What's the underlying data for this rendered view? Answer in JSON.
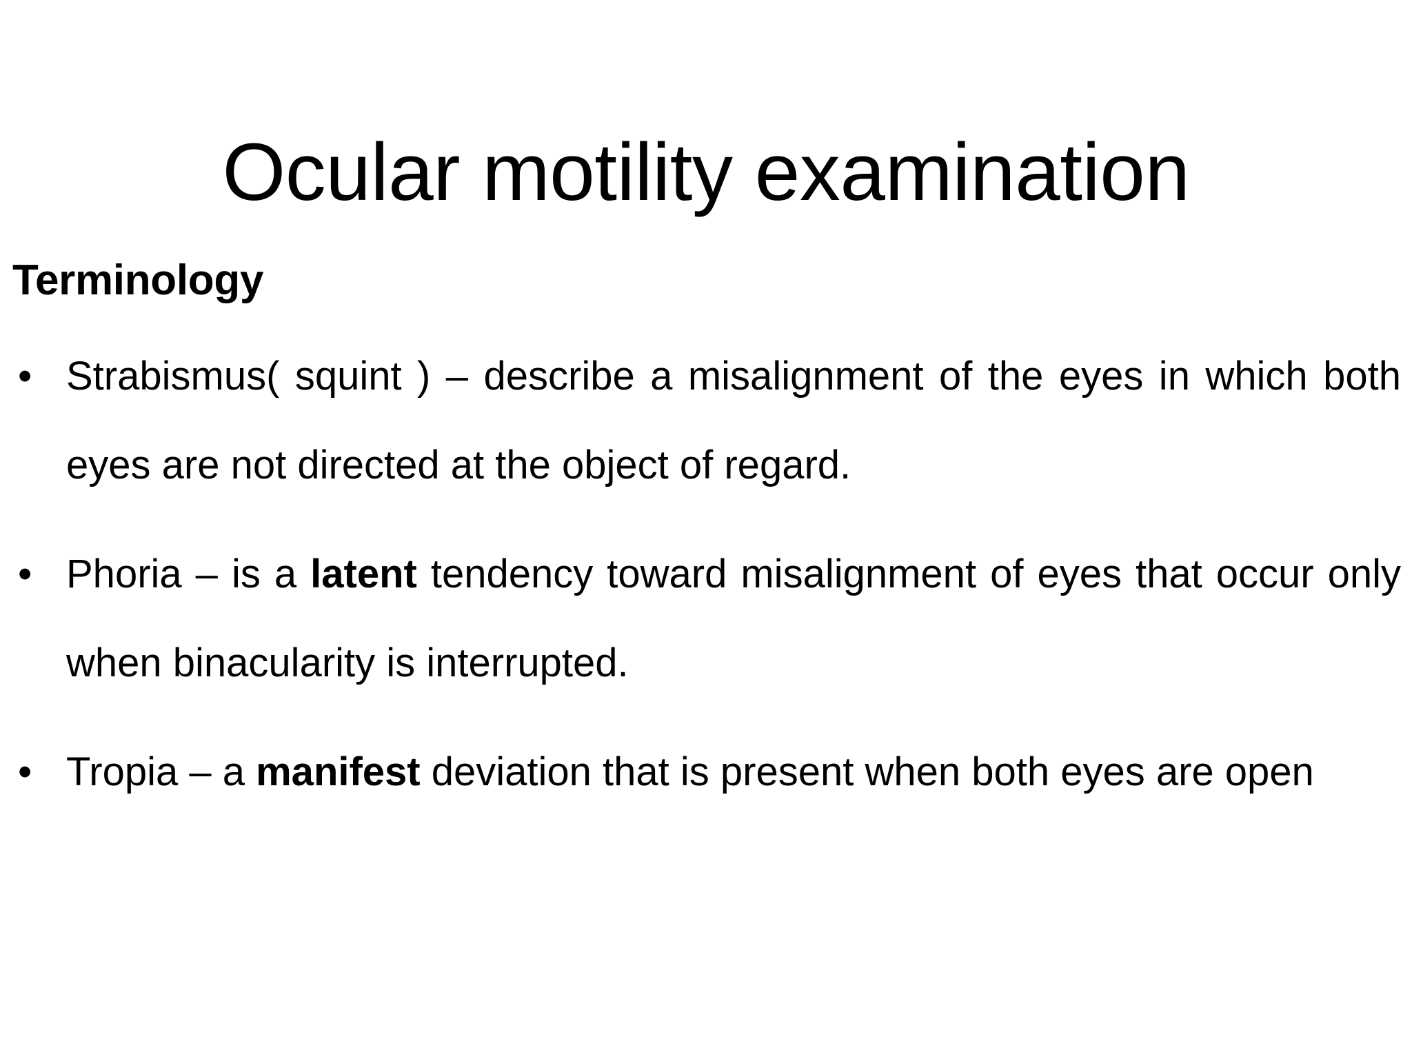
{
  "slide": {
    "title": "Ocular motility examination",
    "background_color": "#ffffff",
    "text_color": "#000000",
    "section_heading": "Terminology",
    "bullet_marker": "•",
    "bullets": [
      {
        "marker": "•",
        "text": "Strabismus( squint ) – describe  a misalignment of the eyes in which both eyes are not directed at the object of regard.",
        "alignment": "justify",
        "emphasis": []
      },
      {
        "marker": "•",
        "text": "Phoria – is a latent tendency toward misalignment of eyes that occur only when binacularity is interrupted.",
        "alignment": "justify",
        "emphasis": [
          "latent"
        ],
        "segments": [
          {
            "text": "Phoria – is a ",
            "bold": false
          },
          {
            "text": "latent",
            "bold": true
          },
          {
            "text": " tendency toward misalignment of eyes that occur only when binacularity is interrupted.",
            "bold": false
          }
        ]
      },
      {
        "marker": "•",
        "text": "Tropia – a manifest deviation that is present when both eyes are open",
        "alignment": "left",
        "emphasis": [
          "manifest"
        ],
        "segments": [
          {
            "text": "Tropia – a ",
            "bold": false
          },
          {
            "text": "manifest",
            "bold": true
          },
          {
            "text": " deviation that is present when both eyes are open",
            "bold": false
          }
        ]
      }
    ]
  }
}
